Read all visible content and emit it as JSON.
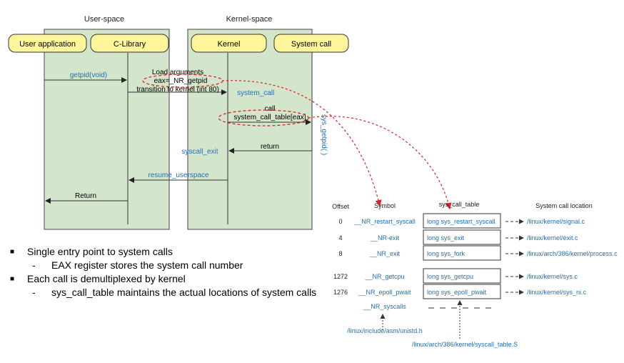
{
  "headers": {
    "user_space": "User-space",
    "kernel_space": "Kernel-space"
  },
  "boxes": {
    "user_application": "User application",
    "c_library": "C-Library",
    "kernel": "Kernel",
    "system_call": "System call"
  },
  "flow": {
    "getpid_call": "getpid(void)",
    "load_arguments": "Load arguments",
    "eax_assign": "eax=_NR_getpid",
    "transition": "transition to kernel (int 80)",
    "system_call": "system_call",
    "call": "call",
    "syscall_table_eax": "system_call_table[eax]",
    "sys_getpid": "sys_getpid( )",
    "return": "return",
    "syscall_exit": "syscall_exit",
    "resume_userspace": "resume_userspace",
    "return_user": "Return"
  },
  "table": {
    "headers": {
      "offset": "Offset",
      "symbol": "Symbol",
      "table": "sys_call_table",
      "location": "System call location"
    },
    "rows": [
      {
        "offset": "0",
        "symbol": "__NR_restart_syscall",
        "entry": "long sys_restart_syscall",
        "location": "/linux/kernel/signal.c"
      },
      {
        "offset": "4",
        "symbol": "__NR-exit",
        "entry": "long sys_exit",
        "location": "/linux/kernel/exit.c"
      },
      {
        "offset": "8",
        "symbol": "__NR_exit",
        "entry": "long sys_fork",
        "location": "/linux/arch/386/kernel/process.c"
      },
      {
        "offset": "1272",
        "symbol": "__NR_getcpu",
        "entry": "long sys_getcpu",
        "location": "/linux/kernel/sys.c"
      },
      {
        "offset": "1276",
        "symbol": "__NR_epoll_pwait",
        "entry": "long sys_epoll_pwait",
        "location": "/linux/kernel/sys_ni.c"
      }
    ],
    "last_symbol": "__NR_syscalls",
    "unistd_path": "/linux/include/asm/unistd.h",
    "syscall_table_path": "/linux/arch/386/kernel/syscall_table.S"
  },
  "bullets": [
    {
      "level": 1,
      "marker": "■",
      "text": "Single entry point to system calls"
    },
    {
      "level": 2,
      "marker": "-",
      "text": "EAX register stores the system call number"
    },
    {
      "level": 1,
      "marker": "■",
      "text": "Each call is demultiplexed by kernel"
    },
    {
      "level": 2,
      "marker": "-",
      "text": "sys_call_table maintains the actual locations of system calls"
    }
  ],
  "colors": {
    "panel_fill": "#d3e6cc",
    "box_fill": "#fff59a",
    "blue_text": "#1f6fb8",
    "red_dashed": "#e02020"
  }
}
